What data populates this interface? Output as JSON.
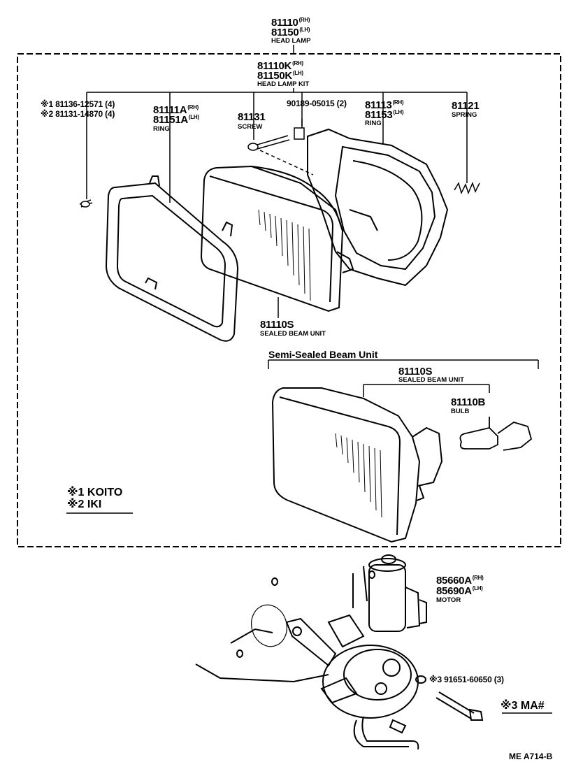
{
  "head_lamp": {
    "pn_rh": "81110",
    "pn_lh": "81150",
    "rh": "(RH)",
    "lh": "(LH)",
    "name": "HEAD LAMP"
  },
  "head_lamp_kit": {
    "pn_rh": "81110K",
    "pn_lh": "81150K",
    "rh": "(RH)",
    "lh": "(LH)",
    "name": "HEAD LAMP KIT"
  },
  "screw_parts": {
    "line1": "※1 81136-12571 (4)",
    "line2": "※2 81131-14870 (4)"
  },
  "ring_front": {
    "pn_rh": "81111A",
    "pn_lh": "81151A",
    "rh": "(RH)",
    "lh": "(LH)",
    "name": "RING"
  },
  "screw": {
    "pn": "81131",
    "name": "SCREW"
  },
  "clip": {
    "pn": "90189-05015 (2)"
  },
  "ring_rear": {
    "pn_rh": "81113",
    "pn_lh": "81153",
    "rh": "(RH)",
    "lh": "(LH)",
    "name": "RING"
  },
  "spring": {
    "pn": "81121",
    "name": "SPRING"
  },
  "sealed_beam_1": {
    "pn": "81110S",
    "name": "SEALED BEAM UNIT"
  },
  "semi_sealed": {
    "title": "Semi-Sealed Beam Unit"
  },
  "sealed_beam_2": {
    "pn": "81110S",
    "name": "SEALED BEAM UNIT"
  },
  "bulb": {
    "pn": "81110B",
    "name": "BULB"
  },
  "legend": {
    "line1": "※1 KOITO",
    "line2": "※2 IKI"
  },
  "motor": {
    "pn_rh": "85660A",
    "pn_lh": "85690A",
    "rh": "(RH)",
    "lh": "(LH)",
    "name": "MOTOR"
  },
  "bolt": {
    "pn": "※3 91651-60650 (3)"
  },
  "legend3": {
    "text": "※3 MA#"
  },
  "footer": {
    "code": "ME  A714-B"
  }
}
